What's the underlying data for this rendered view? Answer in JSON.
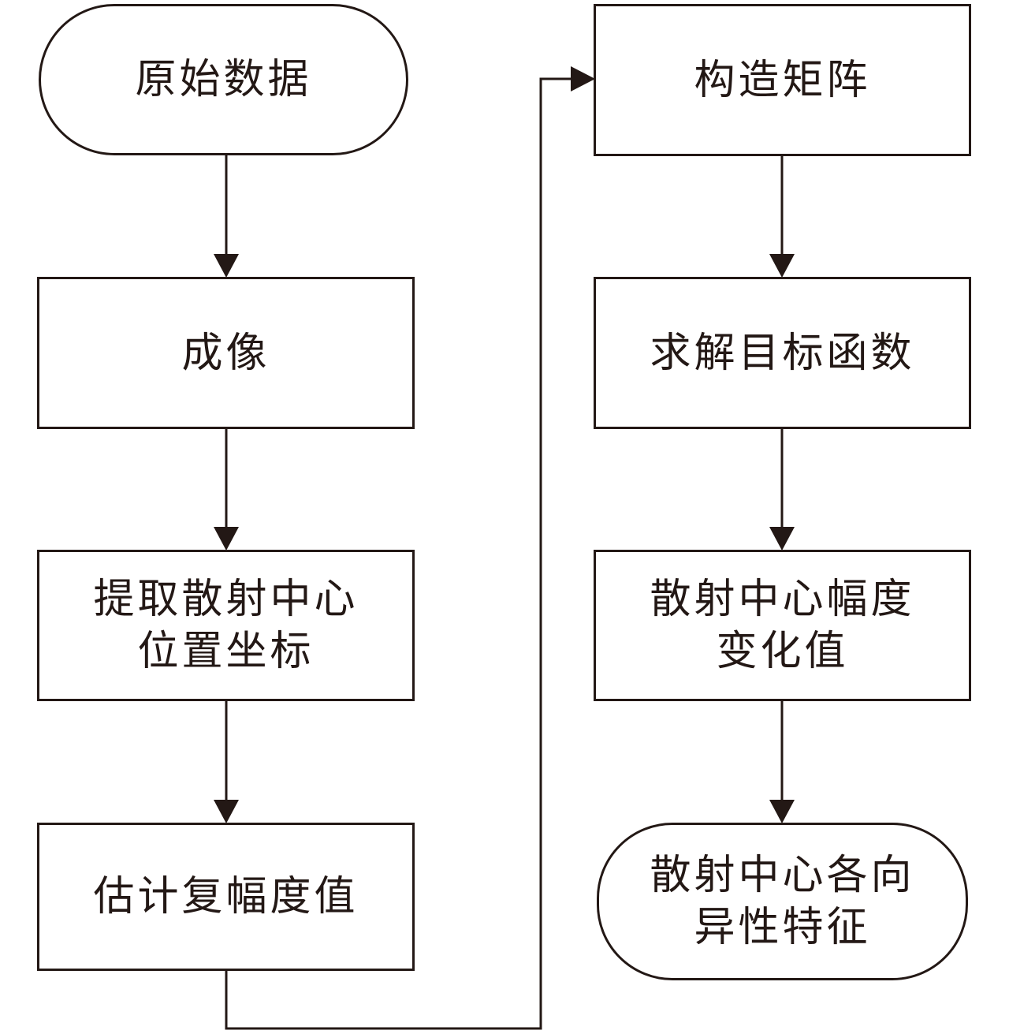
{
  "flowchart": {
    "nodes": [
      {
        "id": "raw-data",
        "lines": [
          "原始数据"
        ],
        "shape": "terminal"
      },
      {
        "id": "imaging",
        "lines": [
          "成像"
        ],
        "shape": "process"
      },
      {
        "id": "extract-scatter",
        "lines": [
          "提取散射中心",
          "位置坐标"
        ],
        "shape": "process"
      },
      {
        "id": "estimate-amplitude",
        "lines": [
          "估计复幅度值"
        ],
        "shape": "process"
      },
      {
        "id": "construct-matrix",
        "lines": [
          "构造矩阵"
        ],
        "shape": "process"
      },
      {
        "id": "solve-objective",
        "lines": [
          "求解目标函数"
        ],
        "shape": "process"
      },
      {
        "id": "amplitude-change",
        "lines": [
          "散射中心幅度",
          "变化值"
        ],
        "shape": "process"
      },
      {
        "id": "anisotropy",
        "lines": [
          "散射中心各向",
          "异性特征"
        ],
        "shape": "terminal"
      }
    ],
    "edges": [
      {
        "from": "raw-data",
        "to": "imaging"
      },
      {
        "from": "imaging",
        "to": "extract-scatter"
      },
      {
        "from": "extract-scatter",
        "to": "estimate-amplitude"
      },
      {
        "from": "estimate-amplitude",
        "to": "construct-matrix"
      },
      {
        "from": "construct-matrix",
        "to": "solve-objective"
      },
      {
        "from": "solve-objective",
        "to": "amplitude-change"
      },
      {
        "from": "amplitude-change",
        "to": "anisotropy"
      }
    ],
    "colors": {
      "stroke": "#231815",
      "background": "#ffffff"
    }
  }
}
